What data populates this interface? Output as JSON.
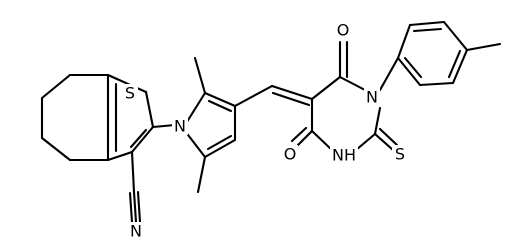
{
  "molecule": {
    "atom_labels": {
      "s": "S",
      "n_pyrrole": "N",
      "n_imide": "N",
      "nh": "NH",
      "s_thione": "S",
      "o_top": "O",
      "o_bottom": "O",
      "n_nitrile": "N"
    }
  }
}
